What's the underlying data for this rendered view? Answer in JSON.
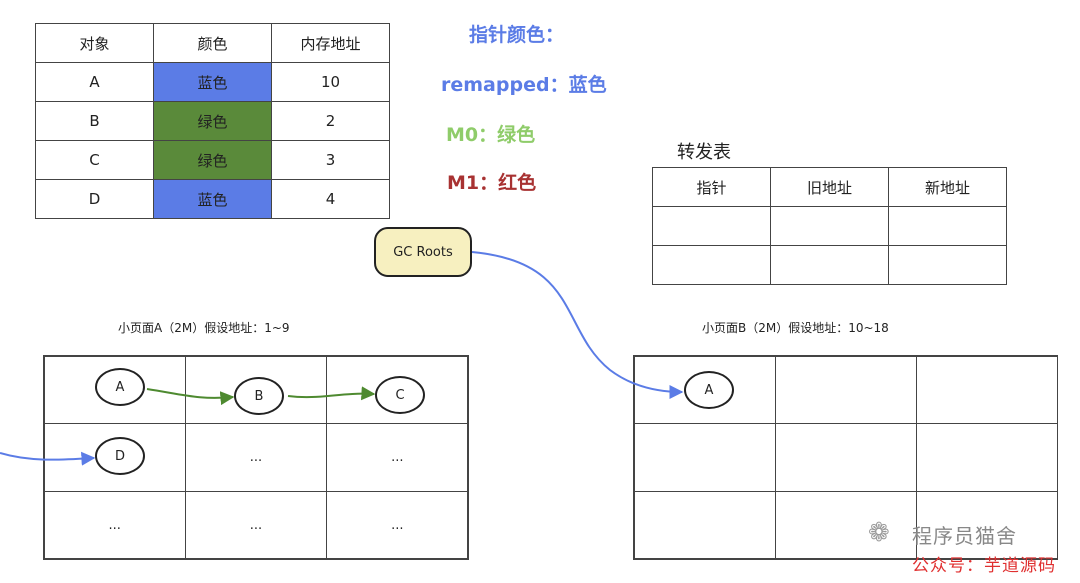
{
  "object_table": {
    "headers": [
      "对象",
      "颜色",
      "内存地址"
    ],
    "rows": [
      {
        "obj": "A",
        "color": "蓝色",
        "addr": "10",
        "fill": "#5b7ce6"
      },
      {
        "obj": "B",
        "color": "绿色",
        "addr": "2",
        "fill": "#5a8a3a"
      },
      {
        "obj": "C",
        "color": "绿色",
        "addr": "3",
        "fill": "#5a8a3a"
      },
      {
        "obj": "D",
        "color": "蓝色",
        "addr": "4",
        "fill": "#5b7ce6"
      }
    ]
  },
  "legend": {
    "title": "指针颜色：",
    "remapped": "remapped：蓝色",
    "m0": "M0：绿色",
    "m1": "M1：红色",
    "colors": {
      "title": "#5b7ce6",
      "remapped": "#5b7ce6",
      "m0": "#8fcc6a",
      "m1": "#a83232"
    }
  },
  "forward_table": {
    "title": "转发表",
    "headers": [
      "指针",
      "旧地址",
      "新地址"
    ],
    "rows": [
      [
        "",
        "",
        ""
      ],
      [
        "",
        "",
        ""
      ]
    ]
  },
  "gc_roots": "GC Roots",
  "page_a": {
    "caption": "小页面A（2M）假设地址：1~9",
    "nodes": [
      "A",
      "B",
      "C",
      "D"
    ],
    "ellipsis": "..."
  },
  "page_b": {
    "caption": "小页面B（2M）假设地址：10~18",
    "nodes": [
      "A"
    ]
  },
  "edge_colors": {
    "blue": "#5b7ce6",
    "green": "#4e8a30"
  },
  "watermark": {
    "line1": "程序员猫舍",
    "line2": "公众号：芋道源码"
  }
}
